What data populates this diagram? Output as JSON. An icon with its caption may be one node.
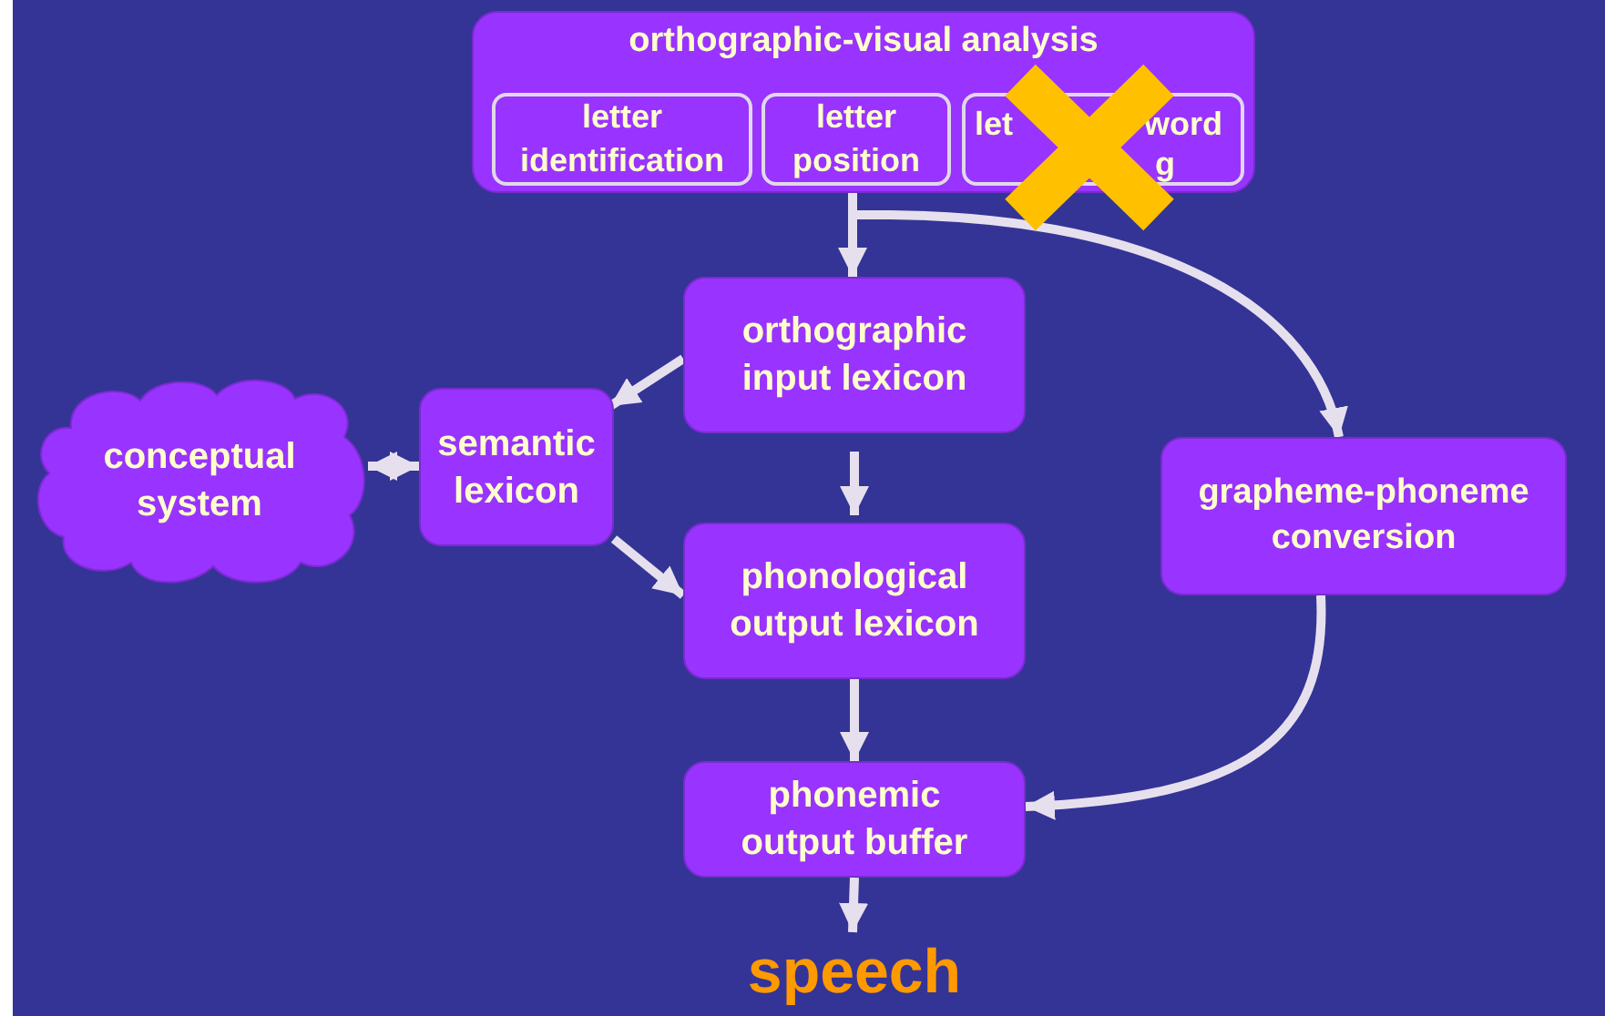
{
  "diagram": {
    "nodes": [
      {
        "text": [
          "orthographic-visual analysis"
        ]
      },
      {
        "text": [
          "letter identification"
        ],
        "in": 0
      },
      {
        "text": [
          "letter position"
        ],
        "in": 0
      },
      {
        "text": [
          "let",
          "word",
          "g"
        ],
        "in": 0
      },
      {
        "text": [
          "orthographic input lexicon"
        ]
      },
      {
        "text": [
          "conceptual system"
        ]
      },
      {
        "text": [
          "semantic lexicon"
        ]
      },
      {
        "text": [
          "phonological output lexicon"
        ]
      },
      {
        "text": [
          "grapheme-phoneme conversion"
        ]
      },
      {
        "text": [
          "phonemic output buffer"
        ]
      },
      {
        "text": [
          "speech"
        ]
      }
    ],
    "edges": [
      {
        "from": 0,
        "to": 4,
        "arrow": "to"
      },
      {
        "from": 0,
        "to": 8,
        "arrow": "to"
      },
      {
        "from": 4,
        "to": 6,
        "arrow": "to"
      },
      {
        "from": 5,
        "to": 6,
        "arrow": "both"
      },
      {
        "from": 4,
        "to": 7,
        "arrow": "to"
      },
      {
        "from": 6,
        "to": 7,
        "arrow": "to"
      },
      {
        "from": 7,
        "to": 9,
        "arrow": "to"
      },
      {
        "from": 8,
        "to": 9,
        "arrow": "to"
      },
      {
        "from": 9,
        "to": 10,
        "arrow": "to"
      }
    ]
  }
}
